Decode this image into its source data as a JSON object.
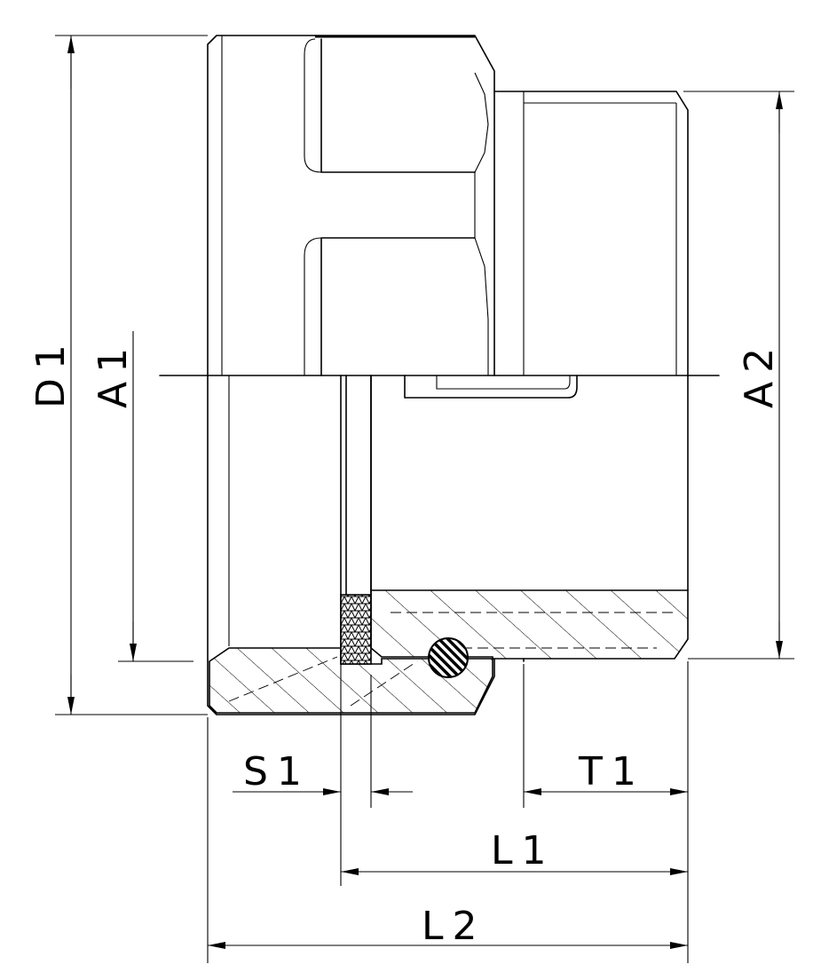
{
  "labels": {
    "d1": "D1",
    "a1": "A1",
    "a2": "A2",
    "s1": "S1",
    "t1": "T1",
    "l1": "L1",
    "l2": "L2"
  }
}
